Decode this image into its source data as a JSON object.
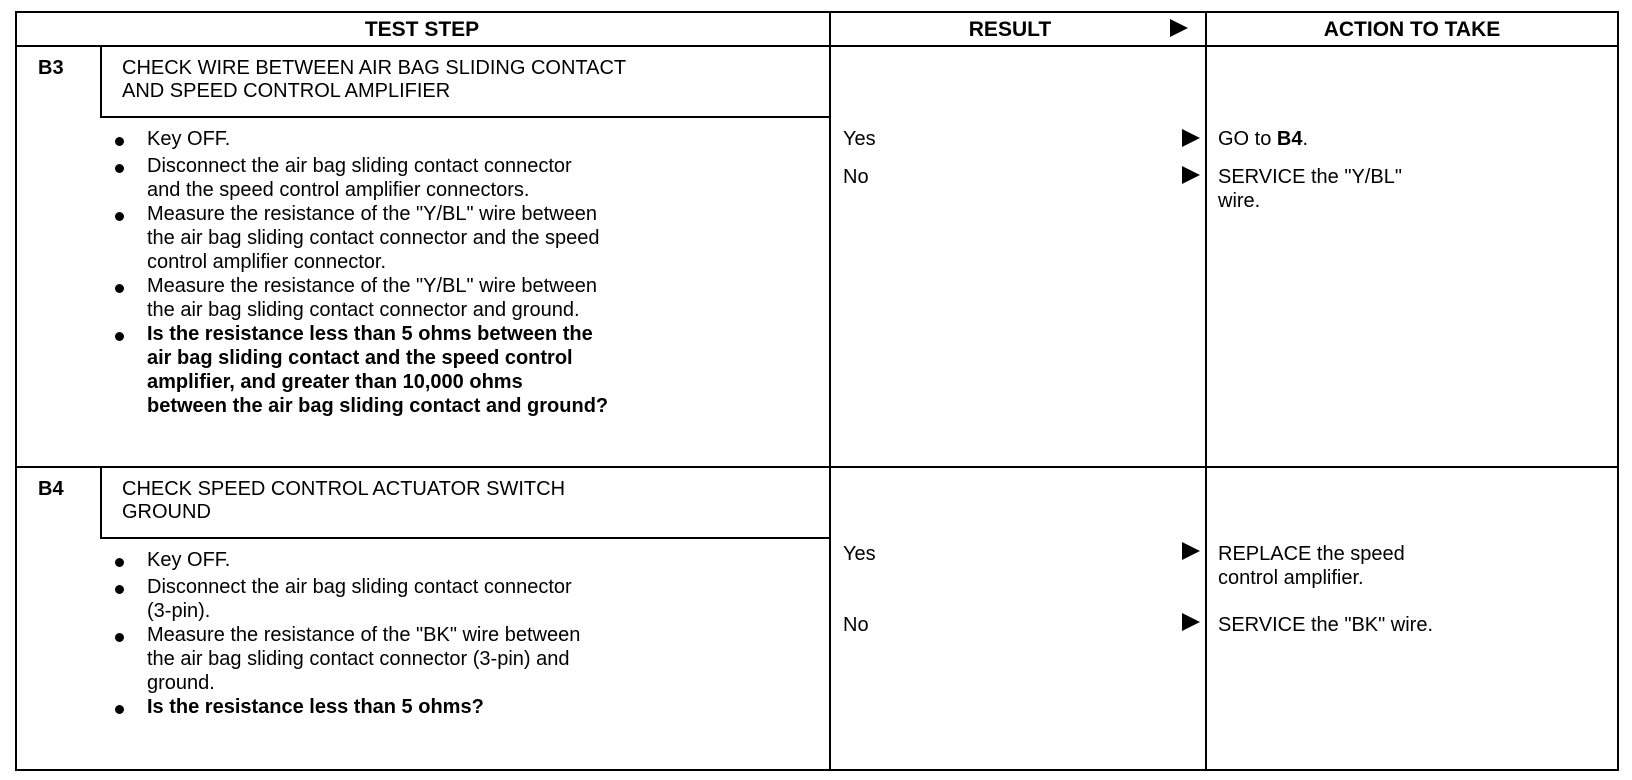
{
  "header": {
    "test_step": "TEST STEP",
    "result": "RESULT",
    "action": "ACTION TO TAKE"
  },
  "b3": {
    "id": "B3",
    "title": [
      "CHECK WIRE BETWEEN AIR BAG SLIDING CONTACT",
      "AND SPEED CONTROL AMPLIFIER"
    ],
    "steps": [
      [
        "Key OFF."
      ],
      [
        "Disconnect the air bag sliding contact connector",
        "and the speed control amplifier connectors."
      ],
      [
        "Measure the resistance of the \"Y/BL\" wire between",
        "the air bag sliding contact connector and the speed",
        "control amplifier connector."
      ],
      [
        "Measure the resistance of the \"Y/BL\" wire between",
        "the air bag sliding contact connector and ground."
      ],
      [
        "Is the resistance less than 5 ohms between the",
        "air bag sliding contact and the speed control",
        "amplifier, and greater than 10,000 ohms",
        "between the air bag sliding contact and ground?"
      ]
    ],
    "results": [
      "Yes",
      "No"
    ],
    "actions": {
      "yes": [
        "GO to ",
        "B4",
        "."
      ],
      "no": [
        "SERVICE the \"Y/BL\"",
        "wire."
      ]
    }
  },
  "b4": {
    "id": "B4",
    "title": [
      "CHECK SPEED CONTROL ACTUATOR SWITCH",
      "GROUND"
    ],
    "steps": [
      [
        "Key OFF."
      ],
      [
        "Disconnect the air bag sliding contact connector",
        "(3-pin)."
      ],
      [
        "Measure the resistance of the \"BK\" wire between",
        "the air bag sliding contact connector (3-pin) and",
        "ground."
      ],
      [
        "Is the resistance less than 5 ohms?"
      ]
    ],
    "results": [
      "Yes",
      "No"
    ],
    "actions": {
      "yes": [
        "REPLACE the speed",
        "control amplifier."
      ],
      "no": [
        "SERVICE the \"BK\" wire."
      ]
    }
  }
}
